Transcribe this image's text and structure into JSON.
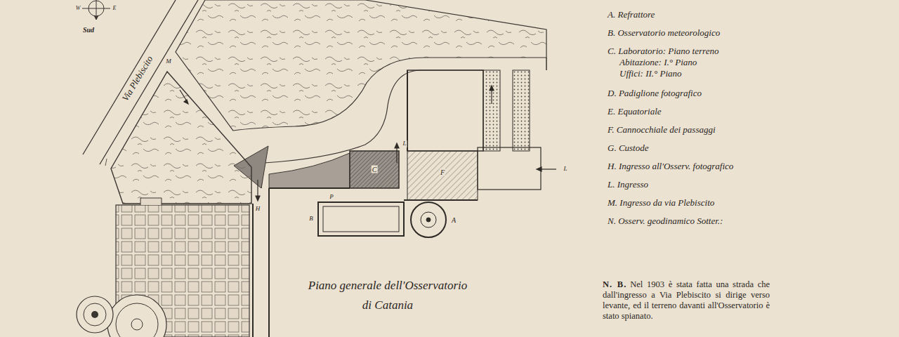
{
  "diagram": {
    "title": "Piano generale dell'Osservatorio di Catania",
    "labels": [
      "W",
      "E",
      "Sud",
      "Via Plebiscito",
      "M",
      "H",
      "P",
      "B",
      "C",
      "L",
      "F",
      "A",
      "L",
      "A. Refrattore",
      "B. Osservatorio meteorologico",
      "C. Laboratorio: Piano terreno",
      "Abitazione: I.° Piano",
      "Uffici: II.° Piano",
      "D. Padiglione fotografico",
      "E. Equatoriale",
      "F. Cannocchiale dei passaggi",
      "G. Custode",
      "H. Ingresso all'Osserv. fotografico",
      "L. Ingresso",
      "M. Ingresso da via Plebiscito",
      "N. Osserv. geodinamico Sotter.:",
      "N. B.",
      "Nel 1903 è stata fatta una strada che dall'ingresso a Via Plebiscito si dirige verso levante, ed il terreno davanti all'Osservatorio è stato spianato."
    ]
  }
}
